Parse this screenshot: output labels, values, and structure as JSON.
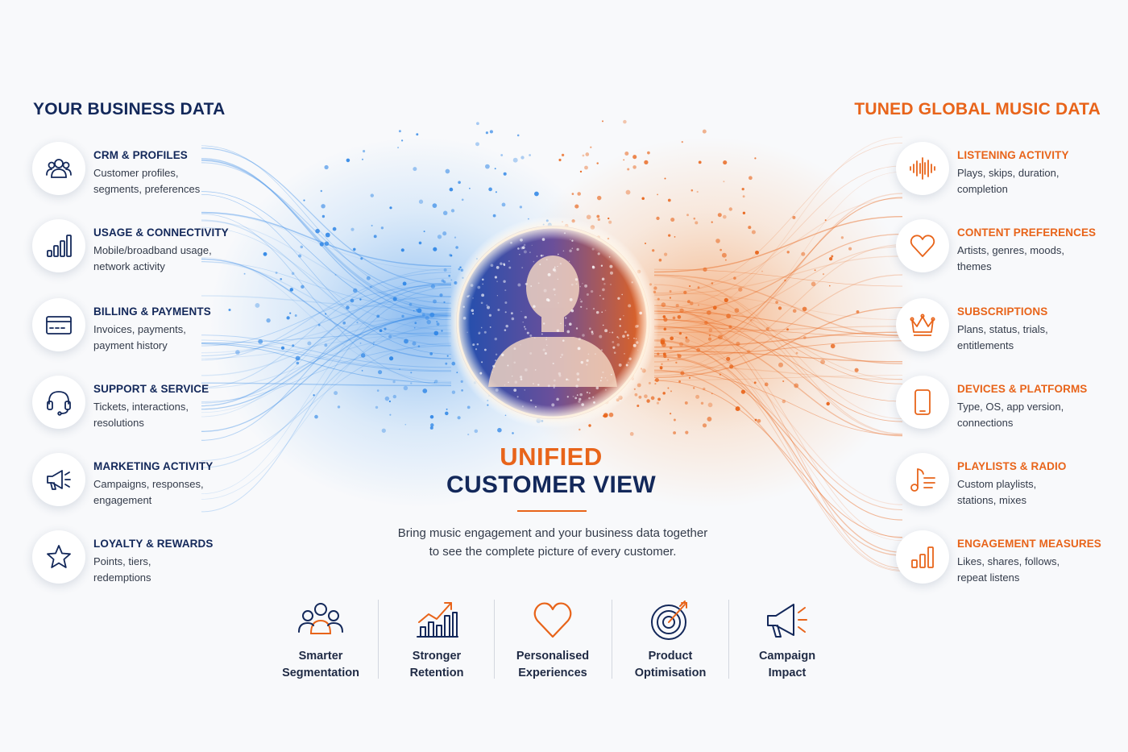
{
  "left_section": {
    "title": "YOUR BUSINESS DATA",
    "items": [
      {
        "icon": "users-icon",
        "title": "CRM & PROFILES",
        "desc_line1": "Customer profiles,",
        "desc_line2": "segments, preferences"
      },
      {
        "icon": "bar-chart-icon",
        "title": "USAGE & CONNECTIVITY",
        "desc_line1": "Mobile/broadband usage,",
        "desc_line2": "network activity"
      },
      {
        "icon": "credit-card-icon",
        "title": "BILLING & PAYMENTS",
        "desc_line1": "Invoices, payments,",
        "desc_line2": "payment history"
      },
      {
        "icon": "headset-icon",
        "title": "SUPPORT & SERVICE",
        "desc_line1": "Tickets, interactions,",
        "desc_line2": "resolutions"
      },
      {
        "icon": "megaphone-icon",
        "title": "MARKETING ACTIVITY",
        "desc_line1": "Campaigns, responses,",
        "desc_line2": "engagement"
      },
      {
        "icon": "star-icon",
        "title": "LOYALTY & REWARDS",
        "desc_line1": "Points, tiers,",
        "desc_line2": "redemptions"
      }
    ]
  },
  "right_section": {
    "title": "TUNED GLOBAL MUSIC DATA",
    "items": [
      {
        "icon": "soundwave-icon",
        "title": "LISTENING ACTIVITY",
        "desc_line1": "Plays, skips, duration,",
        "desc_line2": "completion"
      },
      {
        "icon": "heart-icon",
        "title": "CONTENT PREFERENCES",
        "desc_line1": "Artists, genres, moods,",
        "desc_line2": "themes"
      },
      {
        "icon": "crown-icon",
        "title": "SUBSCRIPTIONS",
        "desc_line1": "Plans, status, trials,",
        "desc_line2": "entitlements"
      },
      {
        "icon": "smartphone-icon",
        "title": "DEVICES & PLATFORMS",
        "desc_line1": "Type, OS, app version,",
        "desc_line2": "connections"
      },
      {
        "icon": "playlist-icon",
        "title": "PLAYLISTS & RADIO",
        "desc_line1": "Custom playlists,",
        "desc_line2": "stations, mixes"
      },
      {
        "icon": "bar-chart-icon",
        "title": "ENGAGEMENT MEASURES",
        "desc_line1": "Likes, shares, follows,",
        "desc_line2": "repeat listens"
      }
    ]
  },
  "center": {
    "title_line1": "UNIFIED",
    "title_line2": "CUSTOMER VIEW",
    "tagline_line1": "Bring music engagement and your business data together",
    "tagline_line2": "to see the complete picture of every customer."
  },
  "benefits": [
    {
      "icon": "users-icon",
      "line1": "Smarter",
      "line2": "Segmentation"
    },
    {
      "icon": "growth-chart-icon",
      "line1": "Stronger",
      "line2": "Retention"
    },
    {
      "icon": "heart-icon",
      "line1": "Personalised",
      "line2": "Experiences"
    },
    {
      "icon": "target-icon",
      "line1": "Product",
      "line2": "Optimisation"
    },
    {
      "icon": "megaphone-icon",
      "line1": "Campaign",
      "line2": "Impact"
    }
  ],
  "colors": {
    "navy": "#13285a",
    "orange": "#e8641a",
    "blue": "#2f86e6",
    "text": "#333b4a"
  }
}
